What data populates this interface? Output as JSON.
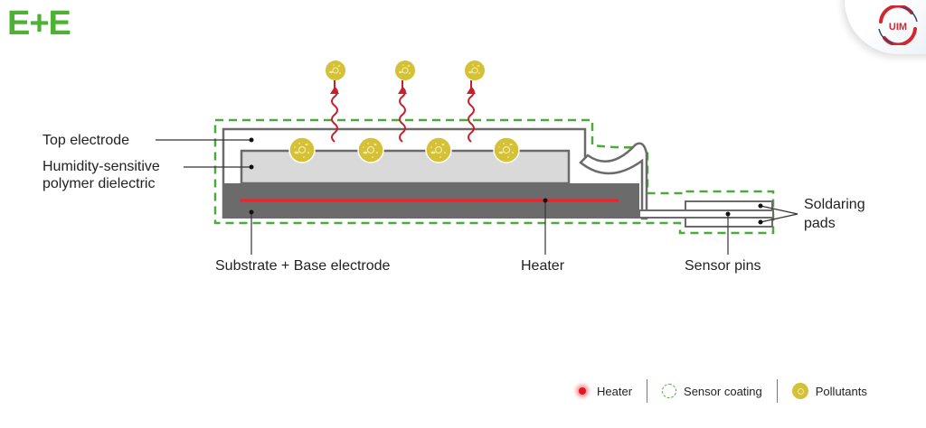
{
  "brand": {
    "logo_text": "E+E",
    "badge_text": "UIM"
  },
  "colors": {
    "brand_green": "#4db133",
    "coating_green": "#4da93b",
    "heater_red": "#e8141e",
    "pollutant_yellow": "#d4c136",
    "substrate_gray": "#6b6b6b",
    "dielectric_gray": "#d9d9d9",
    "arrow_red": "#c8202a"
  },
  "labels": {
    "top_electrode": "Top electrode",
    "dielectric_line1": "Humidity-sensitive",
    "dielectric_line2": "polymer dielectric",
    "substrate": "Substrate + Base electrode",
    "heater": "Heater",
    "sensor_pins": "Sensor pins",
    "soldering_line1": "Soldaring",
    "soldering_line2": "pads"
  },
  "legend": [
    {
      "icon": "heater-dot-icon",
      "label": "Heater"
    },
    {
      "icon": "sensor-coating-circle-icon",
      "label": "Sensor coating"
    },
    {
      "icon": "pollutant-icon",
      "label": "Pollutants"
    }
  ]
}
